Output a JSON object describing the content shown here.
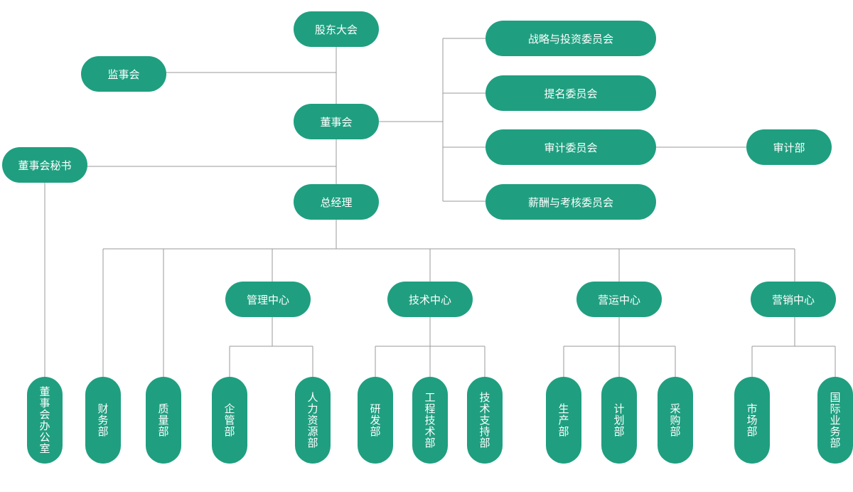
{
  "nodes": {
    "shareholders": "股东大会",
    "supervisors": "监事会",
    "board": "董事会",
    "board_secretary": "董事会秘书",
    "gm": "总经理",
    "strategy_committee": "战略与投资委员会",
    "nomination_committee": "提名委员会",
    "audit_committee": "审计委员会",
    "compensation_committee": "薪酬与考核委员会",
    "audit_dept": "审计部",
    "management_center": "管理中心",
    "tech_center": "技术中心",
    "operations_center": "营运中心",
    "marketing_center": "营销中心",
    "board_office": "董事会办公室",
    "finance": "财务部",
    "quality": "质量部",
    "enterprise_mgmt": "企管部",
    "hr": "人力资源部",
    "rnd": "研发部",
    "engineering": "工程技术部",
    "tech_support": "技术支持部",
    "production": "生产部",
    "planning": "计划部",
    "purchasing": "采购部",
    "market": "市场部",
    "international": "国际业务部"
  },
  "colors": {
    "node_fill": "#1f9f80",
    "node_text": "#ffffff",
    "connector": "#9a9a9a"
  }
}
